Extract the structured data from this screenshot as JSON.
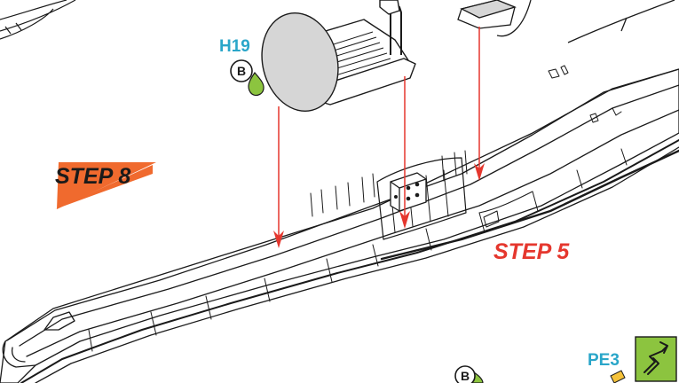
{
  "parts": {
    "h19": "H19",
    "pe3": "PE3"
  },
  "steps": {
    "step8": "STEP 8",
    "step5": "STEP 5"
  },
  "glue_markers": {
    "near_h19": "B",
    "bottom": "B"
  },
  "icons": {
    "photo_etch_badge": "bent-arrow-icon",
    "glue_drop": "glue-drop-icon"
  },
  "colors": {
    "part_label": "#2aa6c9",
    "step8_flag": "#f06a2e",
    "step5_text": "#e5372e",
    "arrow": "#e5372e",
    "glue_drop": "#8cc43f",
    "pe_badge": "#8cc43f",
    "line": "#1a1a1a",
    "disc_fill": "#d6d6d6"
  }
}
